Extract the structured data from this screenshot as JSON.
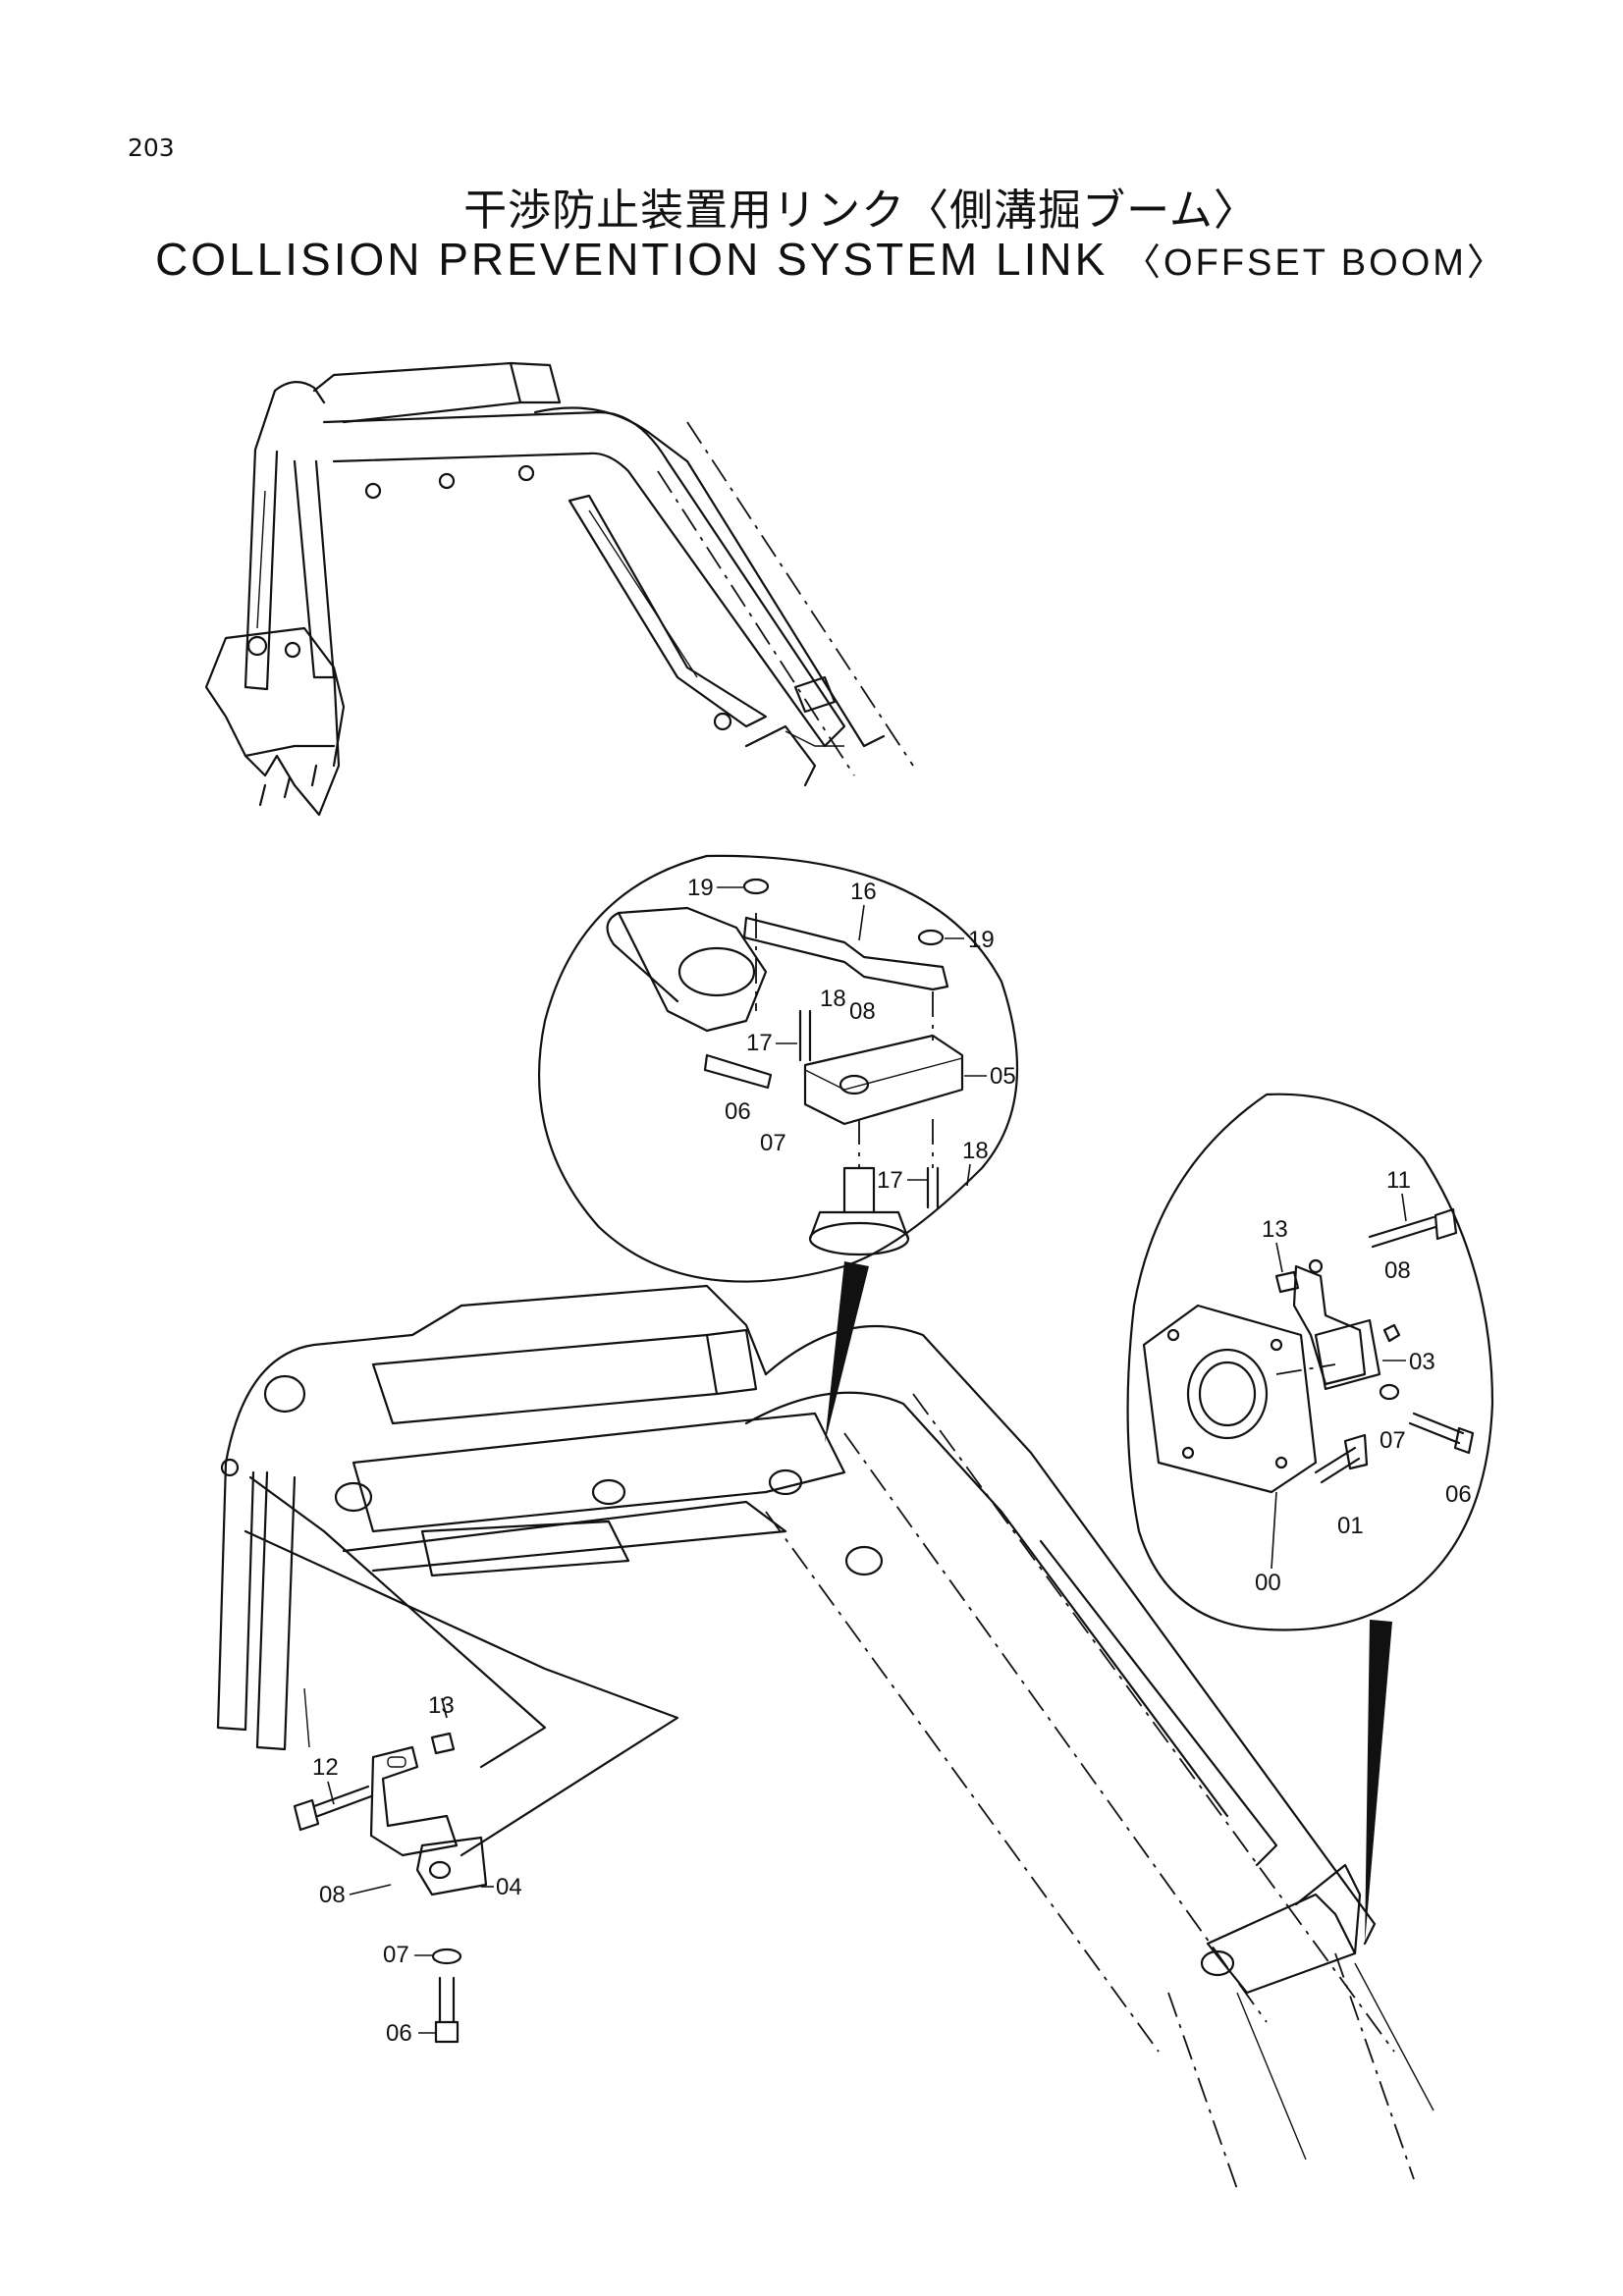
{
  "page": {
    "number": "203",
    "title_jp": "干渉防止装置用リンク〈側溝掘ブーム〉",
    "title_en_main": "COLLISION PREVENTION SYSTEM LINK",
    "title_en_sub": "〈OFFSET BOOM〉"
  },
  "callouts": {
    "upper_detail": {
      "p19a": "19",
      "p16": "16",
      "p19b": "19",
      "p18a": "18",
      "p08": "08",
      "p17a": "17",
      "p05": "05",
      "p06": "06",
      "p07": "07",
      "p17b": "17",
      "p18b": "18"
    },
    "right_detail": {
      "p11": "11",
      "p13": "13",
      "p08": "08",
      "p03": "03",
      "p07": "07",
      "p06": "06",
      "p01": "01",
      "p00": "00"
    },
    "lower_detail": {
      "p13": "13",
      "p12": "12",
      "p04": "04",
      "p08": "08",
      "p07": "07",
      "p06": "06"
    }
  }
}
